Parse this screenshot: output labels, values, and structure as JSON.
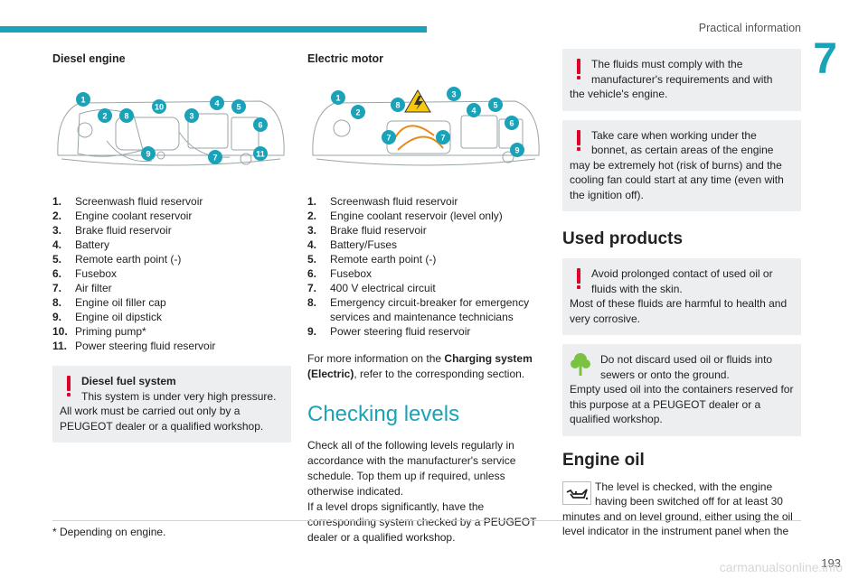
{
  "header": {
    "section_title": "Practical information",
    "chapter_number": "7"
  },
  "diesel": {
    "title": "Diesel engine",
    "callouts": [
      "1",
      "2",
      "8",
      "10",
      "3",
      "4",
      "5",
      "6",
      "9",
      "7",
      "11"
    ],
    "items": [
      {
        "n": "1.",
        "text": "Screenwash fluid reservoir"
      },
      {
        "n": "2.",
        "text": "Engine coolant reservoir"
      },
      {
        "n": "3.",
        "text": "Brake fluid reservoir"
      },
      {
        "n": "4.",
        "text": "Battery"
      },
      {
        "n": "5.",
        "text": "Remote earth point (-)"
      },
      {
        "n": "6.",
        "text": "Fusebox"
      },
      {
        "n": "7.",
        "text": "Air filter"
      },
      {
        "n": "8.",
        "text": "Engine oil filler cap"
      },
      {
        "n": "9.",
        "text": "Engine oil dipstick"
      },
      {
        "n": "10.",
        "text": "Priming pump*"
      },
      {
        "n": "11.",
        "text": "Power steering fluid reservoir"
      }
    ],
    "warning_title": "Diesel fuel system",
    "warning_first": "This system is under very high pressure.",
    "warning_rest": "All work must be carried out only by a PEUGEOT dealer or a qualified workshop."
  },
  "electric": {
    "title": "Electric motor",
    "callouts": [
      "1",
      "2",
      "8",
      "3",
      "4",
      "5",
      "6",
      "7",
      "7",
      "9"
    ],
    "items": [
      {
        "n": "1.",
        "text": "Screenwash fluid reservoir"
      },
      {
        "n": "2.",
        "text": "Engine coolant reservoir (level only)"
      },
      {
        "n": "3.",
        "text": "Brake fluid reservoir"
      },
      {
        "n": "4.",
        "text": "Battery/Fuses"
      },
      {
        "n": "5.",
        "text": "Remote earth point (-)"
      },
      {
        "n": "6.",
        "text": "Fusebox"
      },
      {
        "n": "7.",
        "text": "400 V electrical circuit"
      },
      {
        "n": "8.",
        "text": "Emergency circuit-breaker for emergency services and maintenance technicians"
      },
      {
        "n": "9.",
        "text": "Power steering fluid reservoir"
      }
    ],
    "more_info_before": "For more information on the ",
    "more_info_bold": "Charging system (Electric)",
    "more_info_after": ", refer to the corresponding section."
  },
  "checking": {
    "title": "Checking levels",
    "para1": "Check all of the following levels regularly in accordance with the manufacturer's service schedule. Top them up if required, unless otherwise indicated.",
    "para2": "If a level drops significantly, have the corresponding system checked by a PEUGEOT dealer or a qualified workshop."
  },
  "col3": {
    "warn1_first": "The fluids must comply with the manufacturer's requirements and with",
    "warn1_rest": "the vehicle's engine.",
    "warn2_first": "Take care when working under the bonnet, as certain areas of the engine",
    "warn2_rest": "may be extremely hot (risk of burns) and the cooling fan could start at any time (even with the ignition off).",
    "used_title": "Used products",
    "warn3_first": "Avoid prolonged contact of used oil or fluids with the skin.",
    "warn3_rest": "Most of these fluids are harmful to health and very corrosive.",
    "eco_first": "Do not discard used oil or fluids into sewers or onto the ground.",
    "eco_rest": "Empty used oil into the containers reserved for this purpose at a PEUGEOT dealer or a qualified workshop.",
    "oil_title": "Engine oil",
    "oil_first": "The level is checked, with the engine having been switched off for at least 30",
    "oil_rest": "minutes and on level ground, either using the oil level indicator in the instrument panel when the"
  },
  "footnote": "* Depending on engine.",
  "page_number": "193",
  "watermark": "carmanualsonline.info",
  "colors": {
    "accent": "#1aa3b8",
    "warning": "#e0002a",
    "eco": "#7cc242",
    "box": "#eceeef"
  },
  "icons": [
    "exclamation-warning-icon",
    "eco-tree-icon",
    "oil-can-icon",
    "high-voltage-icon"
  ]
}
